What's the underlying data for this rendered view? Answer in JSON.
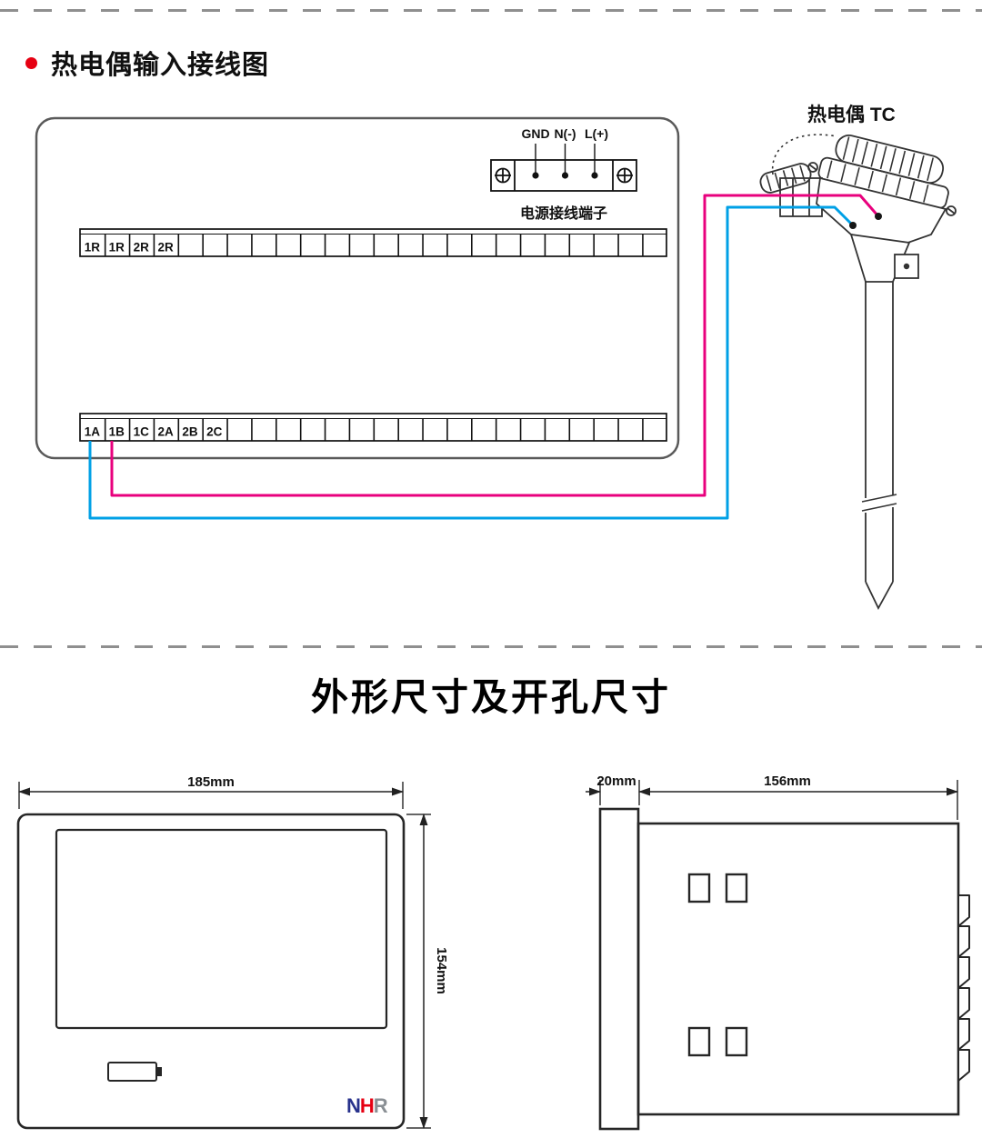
{
  "sections": {
    "wiring_title": "热电偶输入接线图",
    "dimensions_title": "外形尺寸及开孔尺寸"
  },
  "wiring": {
    "power_block": {
      "label_gnd": "GND",
      "label_neutral": "N(-)",
      "label_live": "L(+)",
      "caption": "电源接线端子"
    },
    "relay_terminals": [
      "1R",
      "1R",
      "2R",
      "2R"
    ],
    "input_terminals": [
      "1A",
      "1B",
      "1C",
      "2A",
      "2B",
      "2C"
    ],
    "thermocouple": {
      "label": "热电偶 TC"
    },
    "colors": {
      "wire_positive": "#e8007d",
      "wire_negative": "#00a0e6"
    }
  },
  "dimensions": {
    "front": {
      "width": "185mm",
      "height": "154mm"
    },
    "side": {
      "depth_bezel": "20mm",
      "depth_body": "156mm"
    },
    "logo": {
      "n": "N",
      "h": "H",
      "r": "R"
    }
  }
}
